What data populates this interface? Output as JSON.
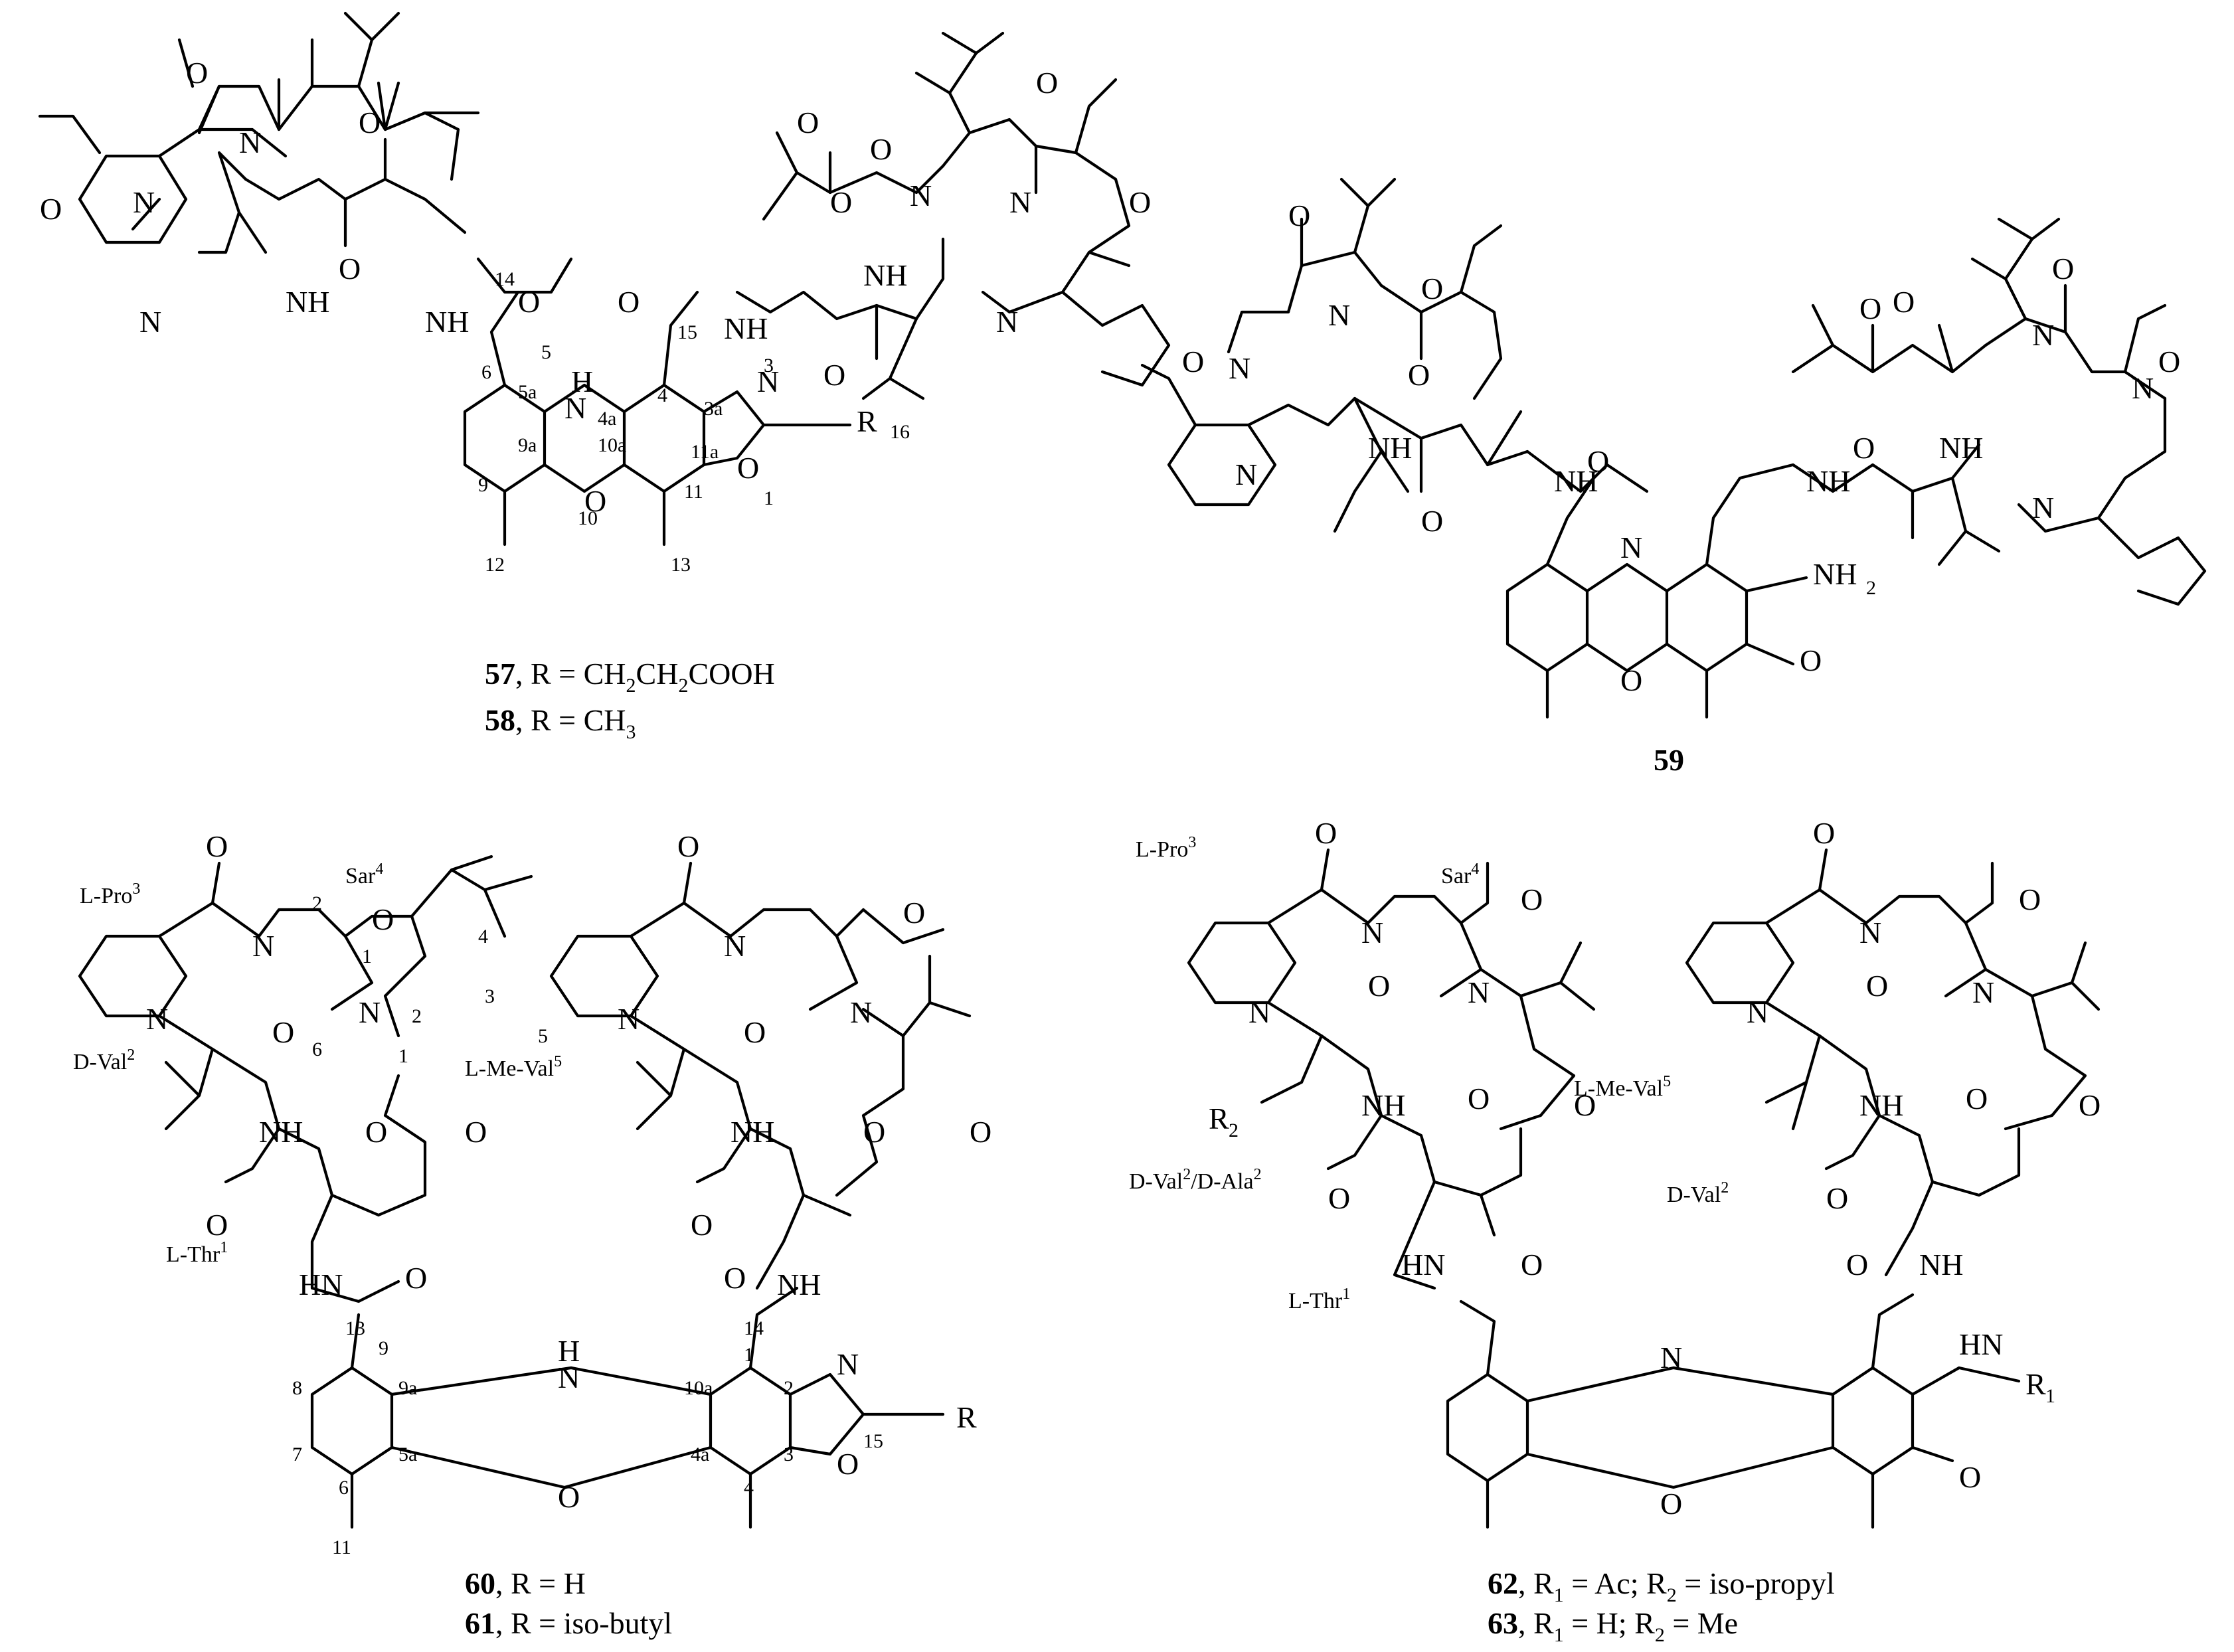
{
  "atoms": {
    "O": "O",
    "N": "N",
    "NH": "NH",
    "HN": "HN",
    "H": "H",
    "R": "R",
    "NH2": "NH",
    "NH2_sub": "2",
    "R1_base": "R",
    "R1_sub": "1",
    "R2_base": "R",
    "R2_sub": "2"
  },
  "structure_57_58": {
    "numbers": [
      "14",
      "5",
      "15",
      "6",
      "5a",
      "4a",
      "4",
      "3a",
      "3",
      "9a",
      "10a",
      "11a",
      "9",
      "10",
      "11",
      "1",
      "12",
      "13",
      "16"
    ],
    "captions": [
      {
        "id": "57",
        "text": ", R = CH",
        "s1": "2",
        "m1": "CH",
        "s2": "2",
        "tail": "COOH"
      },
      {
        "id": "58",
        "text": ", R = CH",
        "s1": "3"
      }
    ]
  },
  "structure_59": {
    "caption": "59"
  },
  "structure_60_61": {
    "residues": {
      "l_pro3": "L-Pro",
      "l_pro3_sup": "3",
      "sar4": "Sar",
      "sar4_sup": "4",
      "d_val2": "D-Val",
      "d_val2_sup": "2",
      "l_meval5": "L-Me-Val",
      "l_meval5_sup": "5",
      "l_thr1": "L-Thr",
      "l_thr1_sup": "1"
    },
    "numbers": [
      "2",
      "1",
      "4",
      "3",
      "6",
      "2",
      "5",
      "1",
      "13",
      "9",
      "9a",
      "8",
      "7",
      "5a",
      "6",
      "11",
      "10a",
      "1",
      "2",
      "14",
      "4a",
      "4",
      "3",
      "15"
    ],
    "captions": [
      {
        "id": "60",
        "text": ", R = H"
      },
      {
        "id": "61",
        "text": ", R = iso-butyl"
      }
    ]
  },
  "structure_62_63": {
    "residues": {
      "l_pro3": "L-Pro",
      "l_pro3_sup": "3",
      "sar4": "Sar",
      "sar4_sup": "4",
      "l_meval5": "L-Me-Val",
      "l_meval5_sup": "5",
      "dval_dala": "D-Val",
      "dval_dala_sup1": "2",
      "dval_dala_mid": "/D-Ala",
      "dval_dala_sup2": "2",
      "d_val2": "D-Val",
      "d_val2_sup": "2",
      "l_thr1": "L-Thr",
      "l_thr1_sup": "1"
    },
    "captions": [
      {
        "id": "62",
        "p1": ", R",
        "s1": "1",
        "p2": " = Ac; R",
        "s2": "2",
        "p3": " = iso-propyl"
      },
      {
        "id": "63",
        "p1": ", R",
        "s1": "1",
        "p2": " = H; R",
        "s2": "2",
        "p3": " = Me"
      }
    ]
  }
}
